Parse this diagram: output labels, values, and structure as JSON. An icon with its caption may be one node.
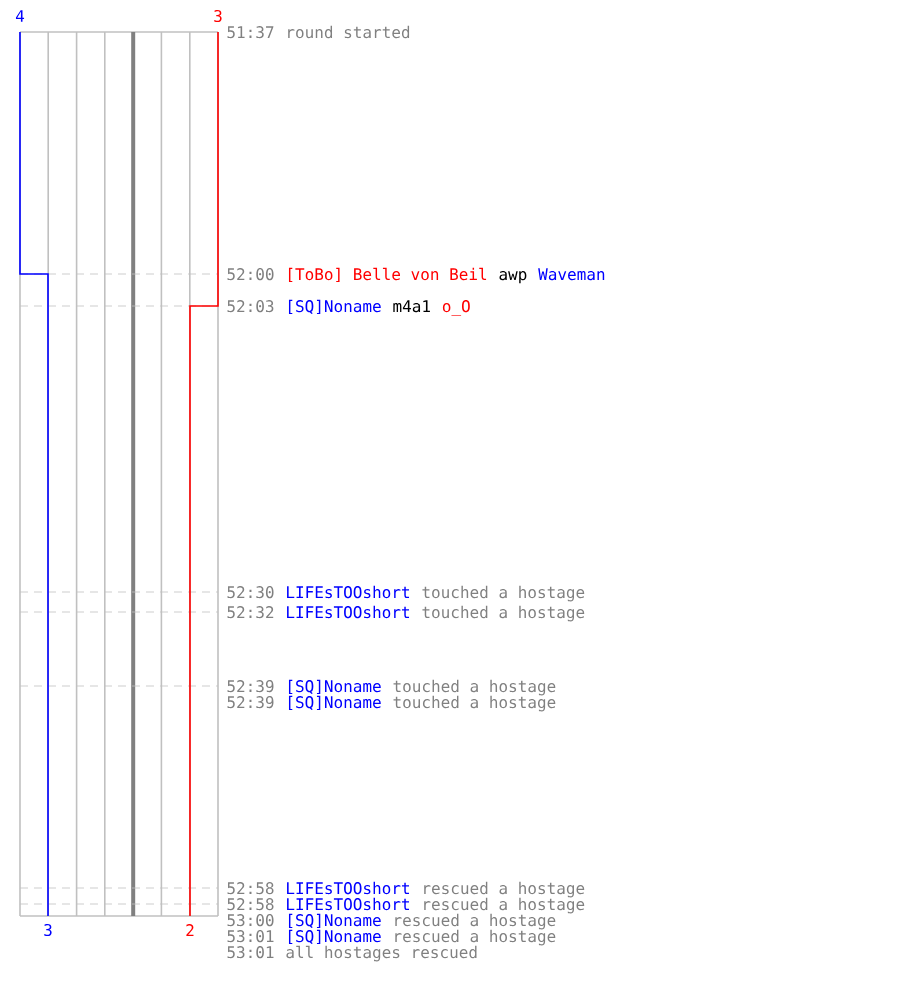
{
  "diagram": {
    "labels": [
      "4",
      "3",
      "51:37",
      "round started",
      "52:00",
      "[ToBo] Belle von Beil",
      "awp",
      "Waveman",
      "52:03",
      "[SQ]Noname",
      "m4a1",
      "o_O",
      "52:30",
      "LIFEsTOOshort",
      "touched a hostage",
      "52:32",
      "LIFEsTOOshort",
      "touched a hostage",
      "52:39",
      "[SQ]Noname",
      "touched a hostage",
      "52:39",
      "[SQ]Noname",
      "touched a hostage",
      "52:58",
      "LIFEsTOOshort",
      "rescued a hostage",
      "52:58",
      "LIFEsTOOshort",
      "rescued a hostage",
      "53:00",
      "[SQ]Noname",
      "rescued a hostage",
      "53:01",
      "[SQ]Noname",
      "rescued a hostage",
      "53:01",
      "all hostages rescued",
      "3",
      "2"
    ]
  }
}
